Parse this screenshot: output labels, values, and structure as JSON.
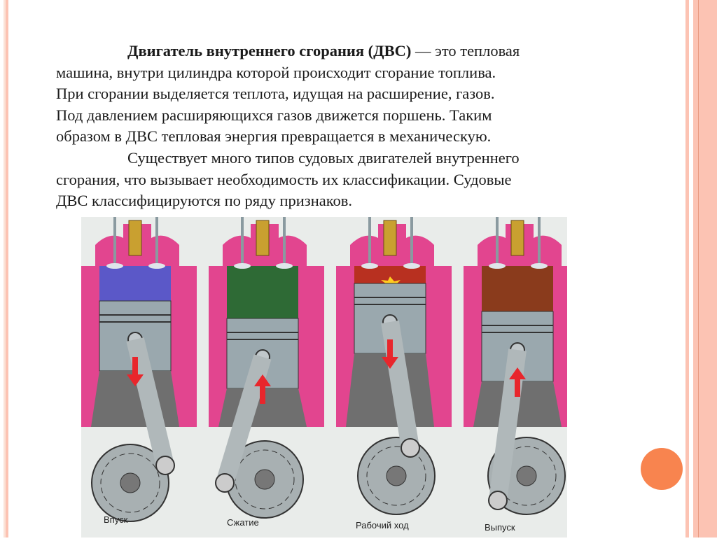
{
  "paragraph1": {
    "term": "Двигатель внутреннего сгорания (ДВС)",
    "line1_rest": " — это тепловая",
    "lines": [
      "машина, внутри цилиндра которой происходит сгорание топлива.",
      "При сгорании выделяется теплота, идущая на расширение, газов.",
      "Под давлением расширяющихся газов движется поршень. Таким",
      "образом в ДВС тепловая энергия превращается в механическую."
    ]
  },
  "paragraph2": {
    "lines": [
      "Существует много типов судовых двигателей внутреннего",
      "сгорания, что вызывает необходимость их классификации. Судовые",
      "ДВС классифицируются по ряду признаков."
    ]
  },
  "figure": {
    "strokes": [
      {
        "label": "Впуск",
        "gas_color": "#5b58c8",
        "piston_direction": "down"
      },
      {
        "label": "Сжатие",
        "gas_color": "#2e6a35",
        "piston_direction": "up"
      },
      {
        "label": "Рабочий  ход",
        "gas_color": "#b83020",
        "piston_direction": "down"
      },
      {
        "label": "Выпуск",
        "gas_color": "#8a3b1c",
        "piston_direction": "up"
      }
    ]
  },
  "colors": {
    "accent": "#f8844f",
    "border": "#fbc4b4"
  }
}
